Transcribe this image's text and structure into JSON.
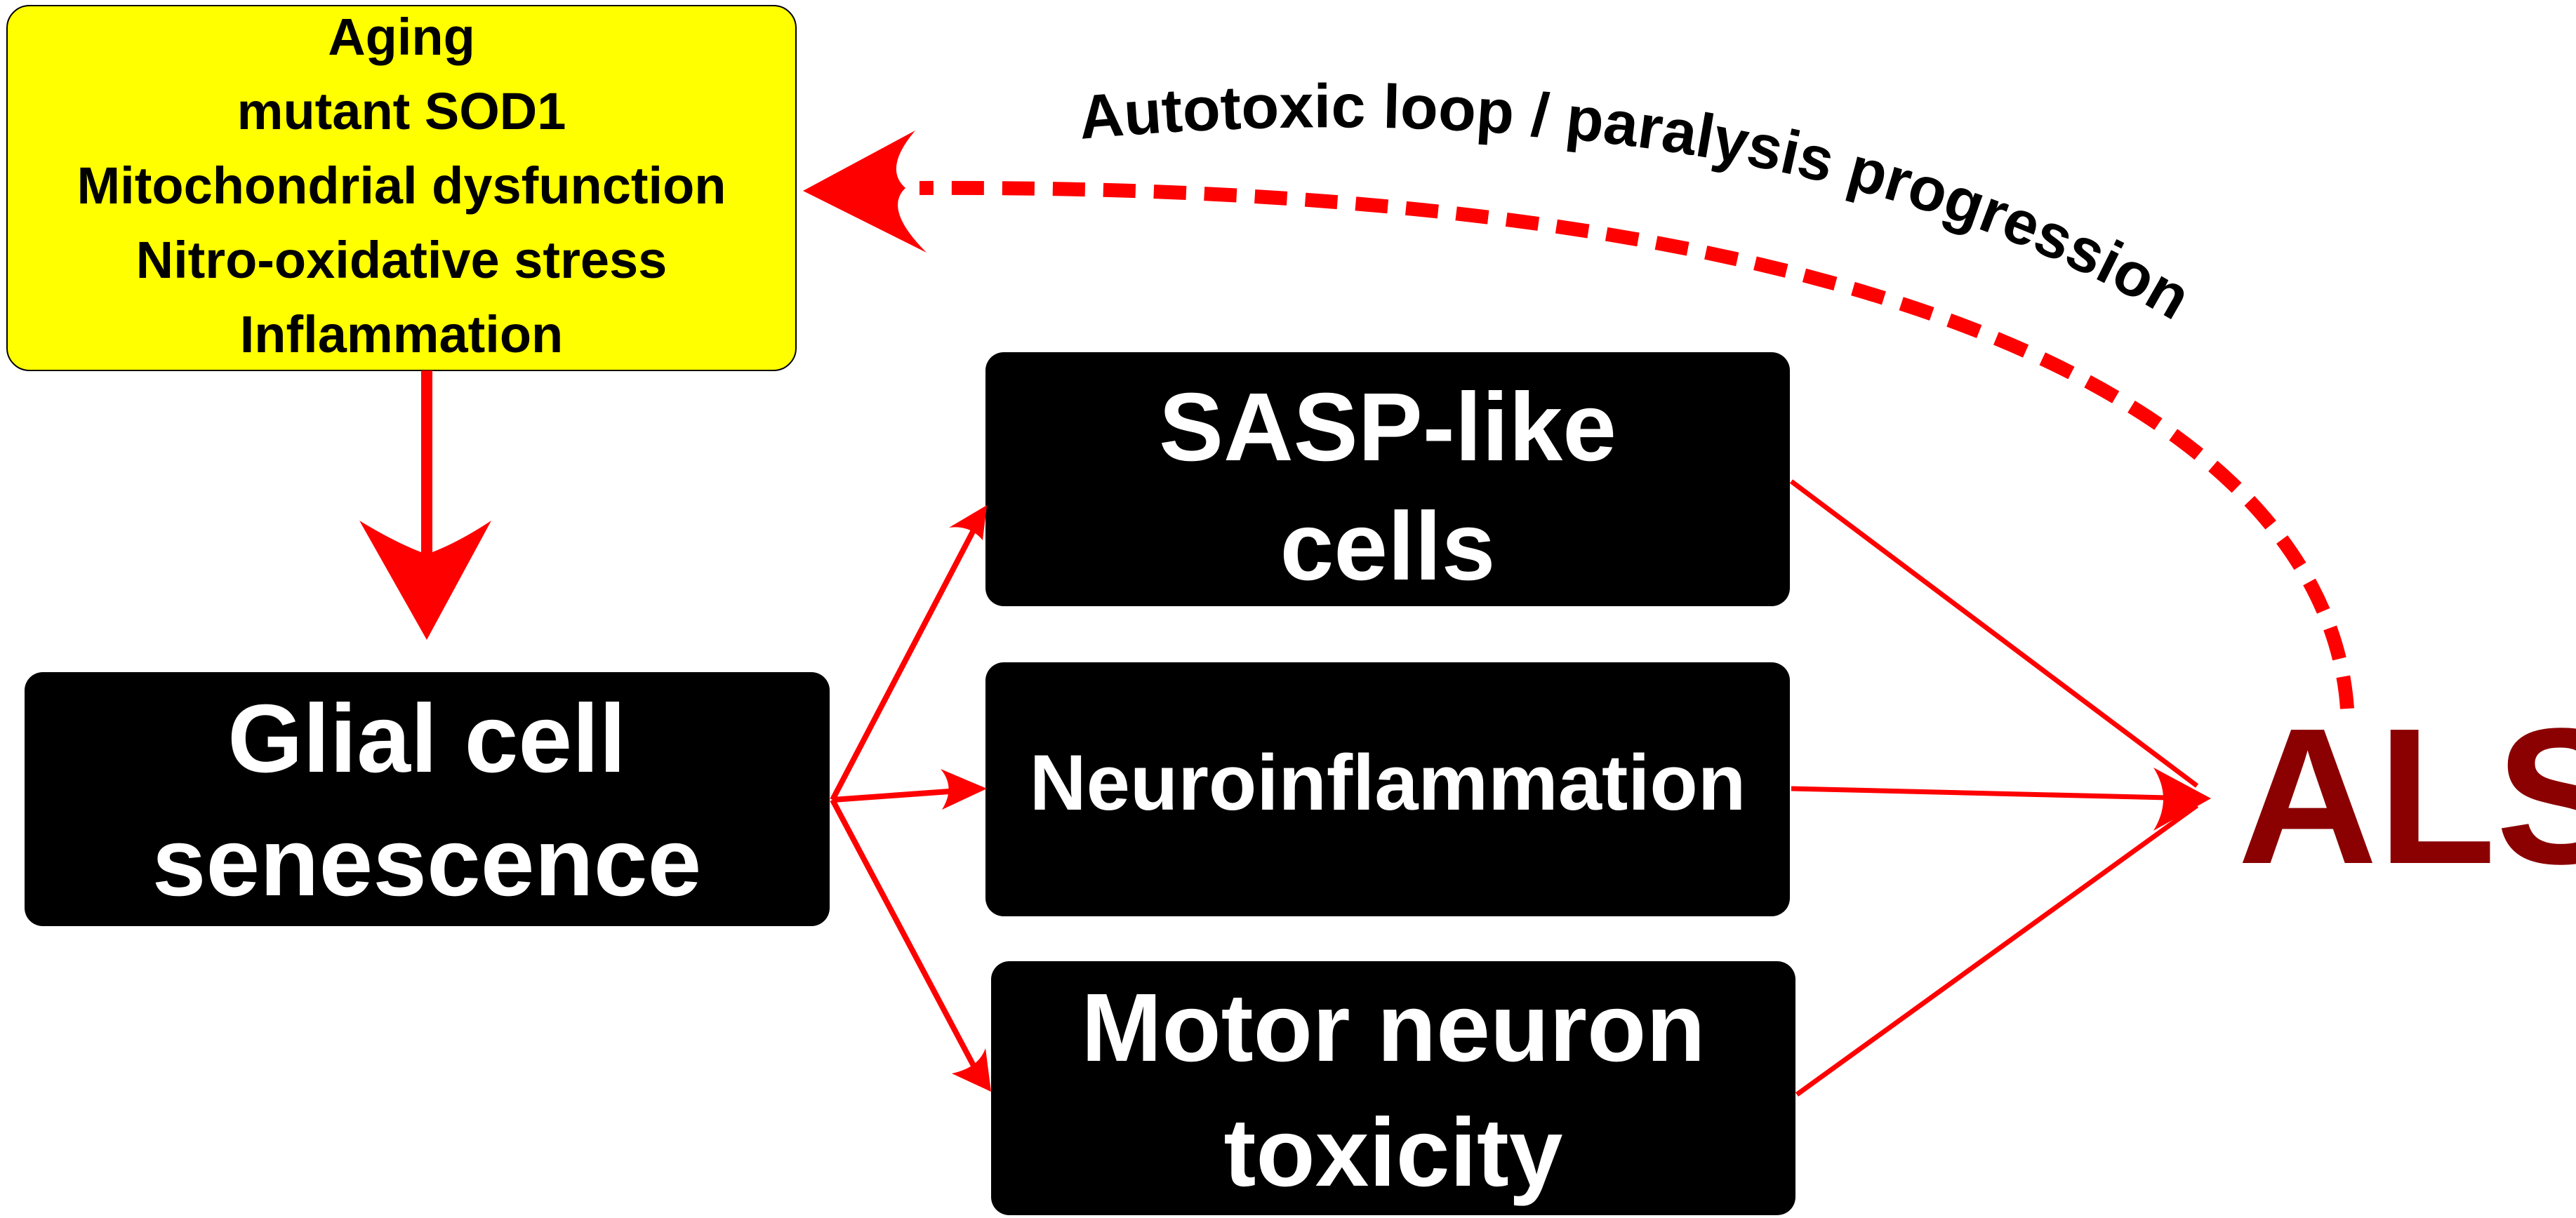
{
  "diagram": {
    "risk_factors": {
      "lines": [
        "Aging",
        "mutant SOD1",
        "Mitochondrial dysfunction",
        "Nitro-oxidative stress",
        "Inflammation"
      ]
    },
    "glial_box": {
      "lines": [
        "Glial cell",
        "senescence"
      ]
    },
    "sasp_box": {
      "lines": [
        "SASP-like",
        "cells"
      ]
    },
    "neuroinflammation_box": {
      "lines": [
        "Neuroinflammation"
      ]
    },
    "motor_box": {
      "lines": [
        "Motor neuron",
        "toxicity"
      ]
    },
    "outcome_label": "ALS",
    "loop_label": "Autotoxic loop / paralysis progression"
  },
  "colors": {
    "risk_fill": "#ffff00",
    "box_fill": "#000000",
    "box_text": "#ffffff",
    "arrow": "#ff0000",
    "outcome_text": "#8b0000",
    "label_text": "#000000"
  }
}
